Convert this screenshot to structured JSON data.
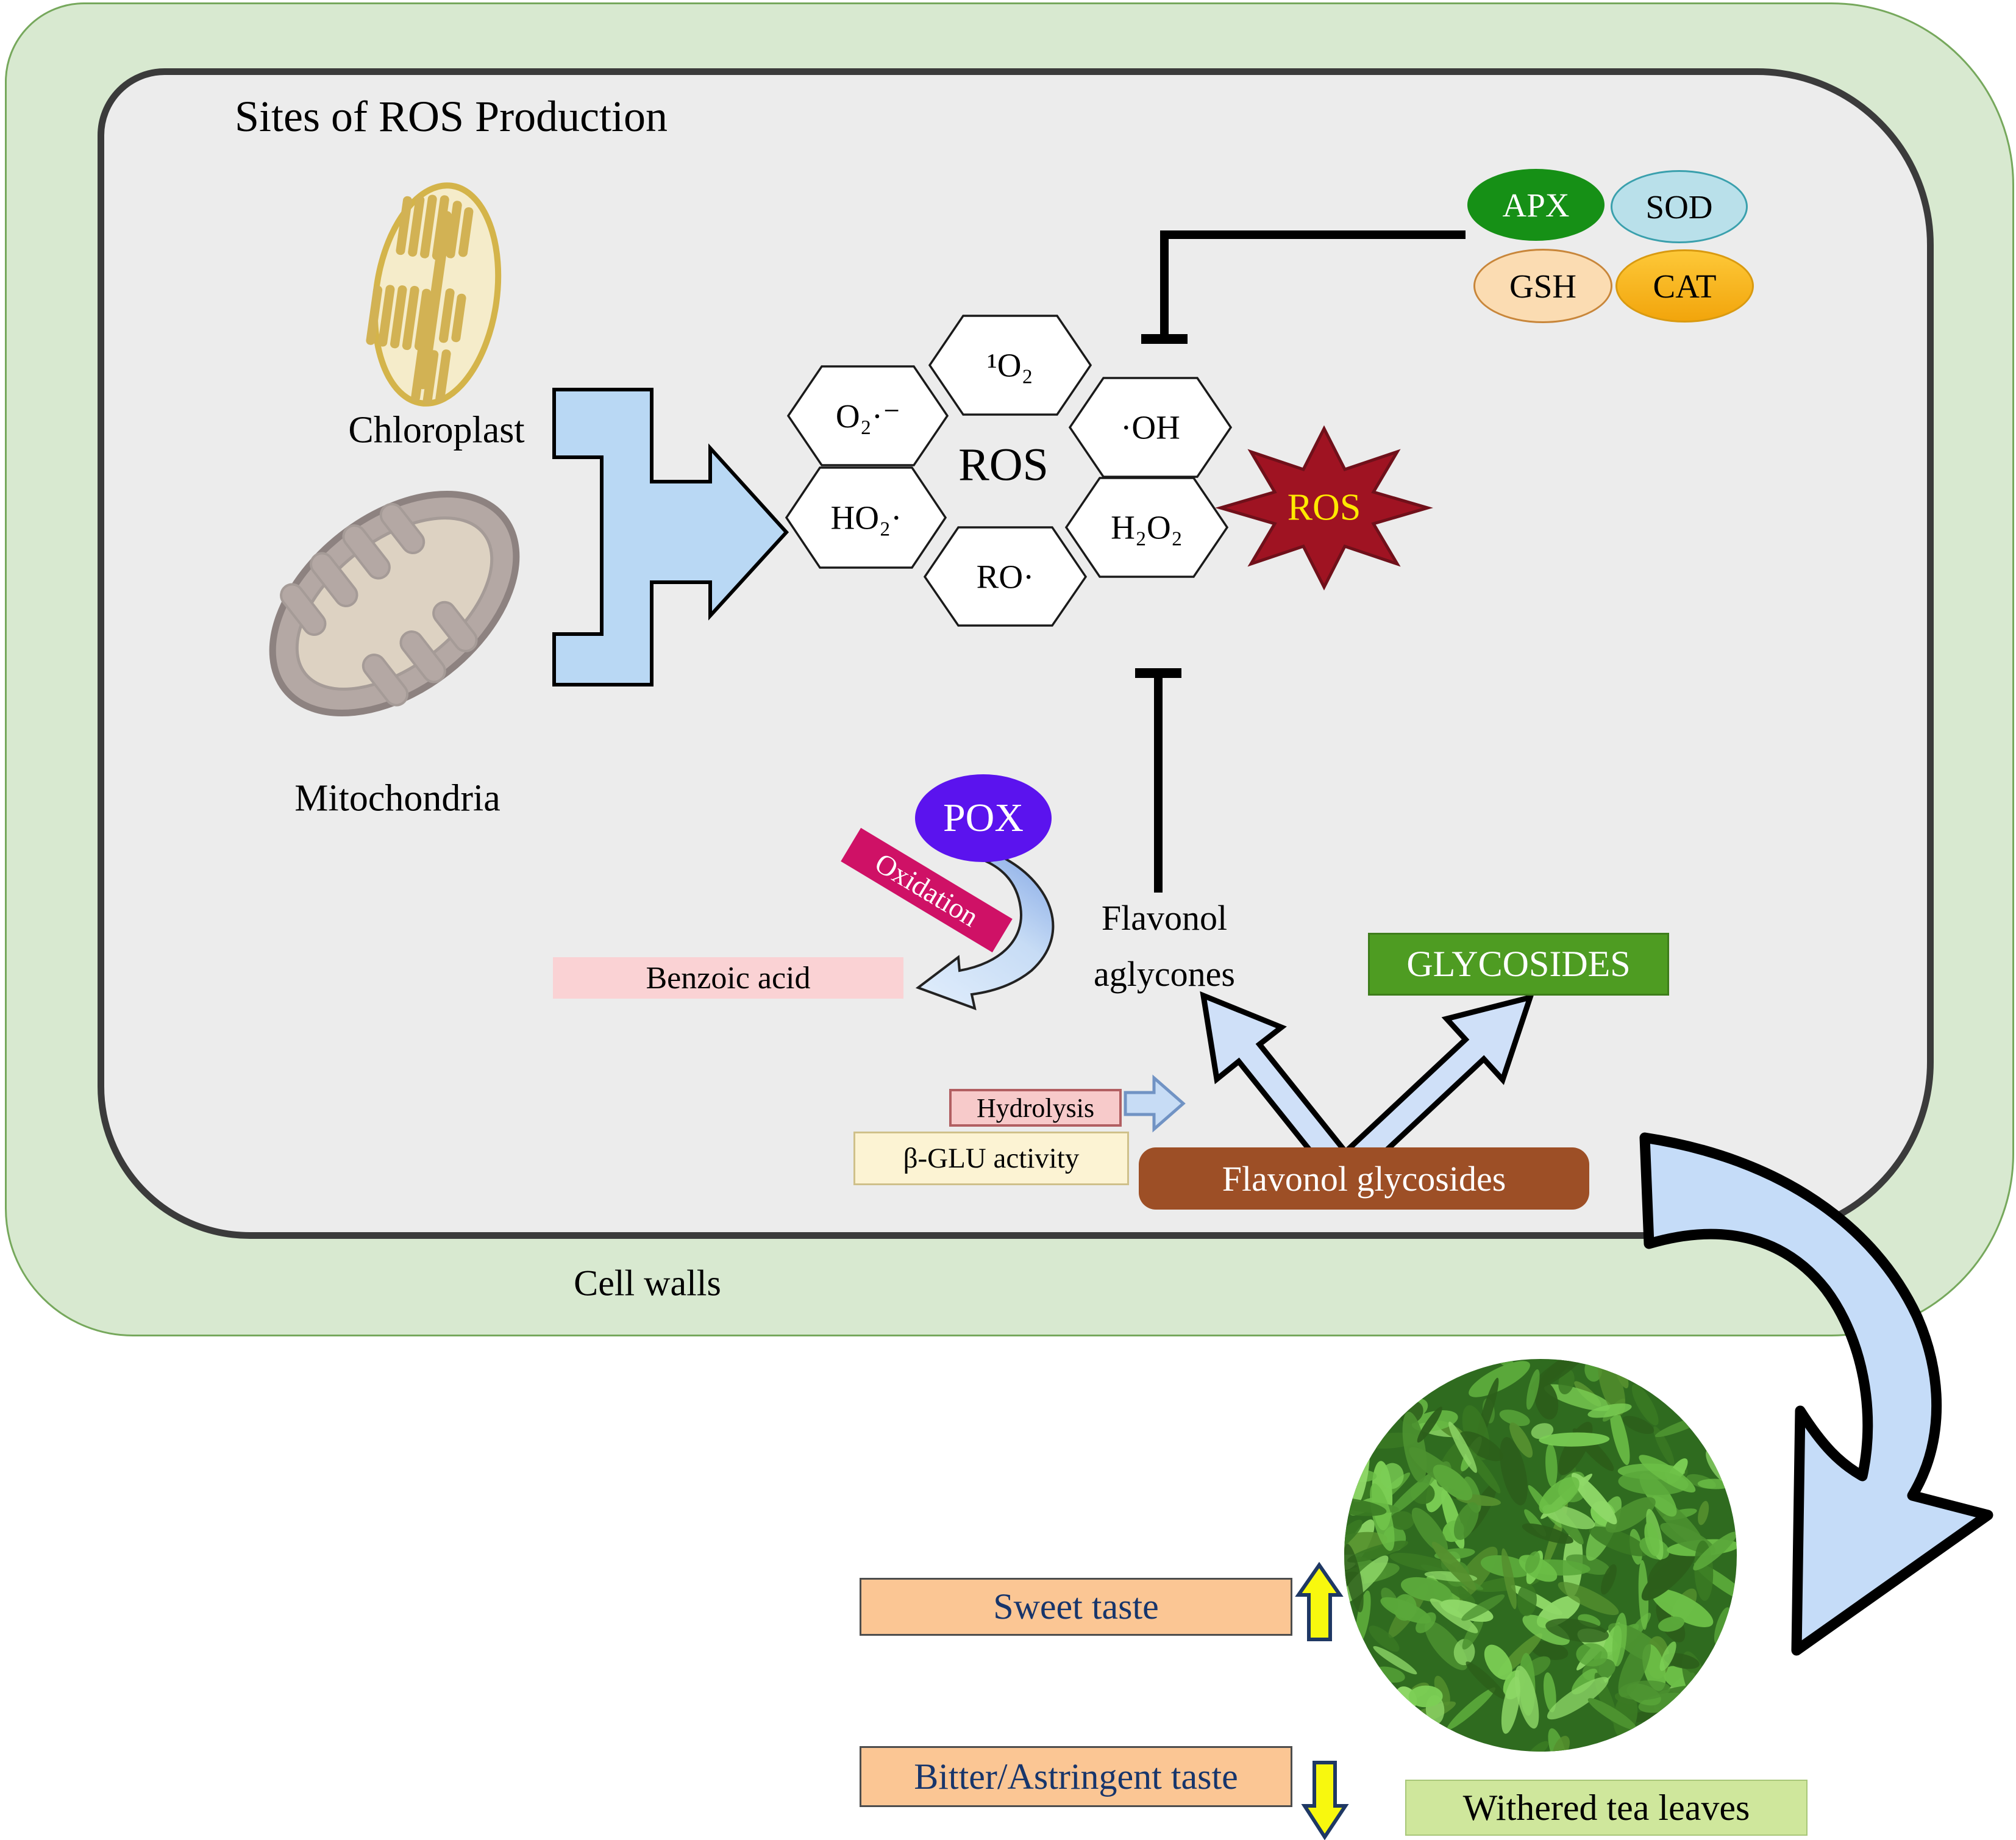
{
  "title": "Sites of ROS Production",
  "cell_walls_label": "Cell walls",
  "organelles": {
    "chloroplast": {
      "label": "Chloroplast"
    },
    "mitochondria": {
      "label": "Mitochondria"
    }
  },
  "ros_cluster": {
    "center_label": "ROS",
    "singlet": {
      "label": "¹O₂"
    },
    "superoxide": {
      "label": "O₂·⁻"
    },
    "hydroxyl": {
      "label": "·OH"
    },
    "hydroperoxyl": {
      "label": "HO₂·"
    },
    "alkoxyl": {
      "label": "RO·"
    },
    "peroxide": {
      "label": "H₂O₂"
    }
  },
  "ros_burst": {
    "label": "ROS",
    "fill": "#9f1322",
    "text_color": "#ffe900"
  },
  "antioxidants": {
    "apx": {
      "label": "APX",
      "fill": "#169016",
      "text_color": "#ffffff"
    },
    "sod": {
      "label": "SOD",
      "fill": "#b9e0ea",
      "text_color": "#000000"
    },
    "gsh": {
      "label": "GSH",
      "fill": "#fbdcb2",
      "text_color": "#000000"
    },
    "cat": {
      "label": "CAT",
      "fill": "#f7b31a",
      "text_color": "#000000"
    }
  },
  "pox": {
    "label": "POX",
    "fill": "#5b13ee",
    "text_color": "#ffffff"
  },
  "oxidation_banner": {
    "label": "Oxidation",
    "fill": "#cf1166",
    "text_color": "#ffffff"
  },
  "benzoic_acid": {
    "label": "Benzoic acid",
    "fill": "#fad2d4"
  },
  "flavonol_aglycones": {
    "line1": "Flavonol",
    "line2": "aglycones"
  },
  "glycosides_box": {
    "label": "GLYCOSIDES",
    "fill": "#4e9c22",
    "text_color": "#ffffff"
  },
  "hydrolysis": {
    "label": "Hydrolysis",
    "fill": "#f7caca"
  },
  "beta_glu": {
    "label": "β-GLU activity",
    "fill": "#fcf3d3"
  },
  "flavonol_glycosides": {
    "label": "Flavonol glycosides",
    "fill": "#9d4f26",
    "text_color": "#ffffff"
  },
  "taste": {
    "sweet_label": "Sweet taste",
    "bitter_label": "Bitter/Astringent taste",
    "box_fill": "#fbc694",
    "text_color": "#17356b",
    "arrow_fill": "#f8f80e",
    "arrow_border": "#1f3864"
  },
  "withered": {
    "label": "Withered tea leaves",
    "fill": "#cfe79c"
  },
  "tea_photo": {
    "name": "withered-tea-leaves-photo",
    "base": "#2f6b1f",
    "palette": [
      "#3a7a23",
      "#4c9230",
      "#5aa83a",
      "#6cbf47",
      "#7ccf55",
      "#2c5e1a",
      "#8fd868",
      "#55902e"
    ]
  },
  "diagram_colors": {
    "cell_wall_fill": "#d8e9d0",
    "cell_wall_border": "#76a85c",
    "cell_body_fill": "#ececec",
    "cell_body_border": "#3b3b3b",
    "flow_arrow_fill": "#c7dcf5",
    "flow_arrow_border": "#000000",
    "inhibition_line": "#000000"
  }
}
